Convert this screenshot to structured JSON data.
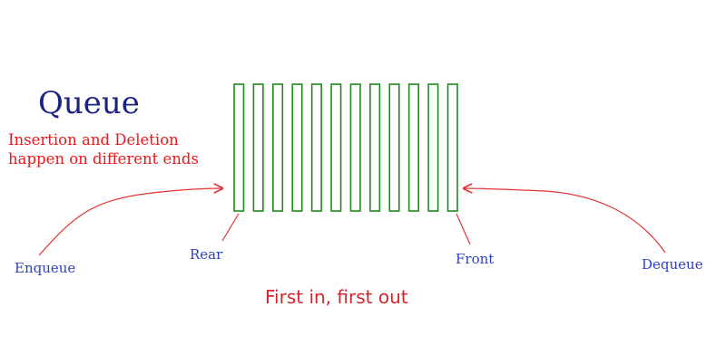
{
  "title": "Queue",
  "description_lines": [
    "Insertion and Deletion",
    "happen on different ends"
  ],
  "labels": {
    "enqueue": "Enqueue",
    "rear": "Rear",
    "front": "Front",
    "dequeue": "Dequeue"
  },
  "caption": "First in, first out",
  "queue": {
    "slot_count": 12
  },
  "colors": {
    "title": "#1a237e",
    "description": "#e8191c",
    "labels": "#2a3fc2",
    "caption": "#d6252a",
    "slots": "#1e8a1e",
    "arrows": "#e33333"
  }
}
